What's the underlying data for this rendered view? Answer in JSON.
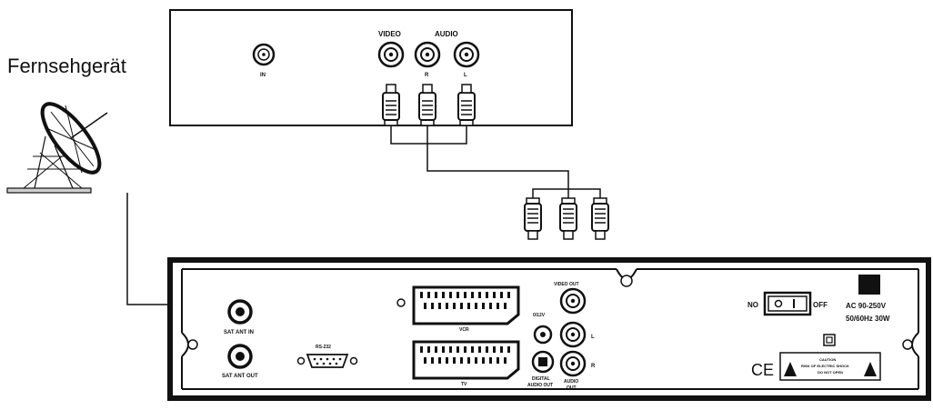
{
  "caption": "Fernsehgerät",
  "tv": {
    "in_label": "IN",
    "video_label": "VIDEO",
    "audio_label": "AUDIO",
    "r_label": "R",
    "l_label": "L"
  },
  "receiver": {
    "sat_ant_in": "SAT ANT IN",
    "sat_ant_out": "SAT ANT OUT",
    "rs232": "RS-232",
    "vcr": "VCR",
    "tv": "TV",
    "video_out": "VIDEO OUT",
    "v12": "0/12V",
    "r": "R",
    "l": "L",
    "digital_audio_out_1": "DIGITAL",
    "digital_audio_out_2": "AUDIO OUT",
    "audio_out_1": "AUDIO",
    "audio_out_2": "OUT",
    "switch_no": "NO",
    "switch_off": "OFF",
    "power_1": "AC 90-250V",
    "power_2": "50/60Hz 30W",
    "ce_mark": "CE",
    "caution_1": "CAUTION",
    "caution_2": "RISK OF ELECTRIC SHOCK",
    "caution_3": "DO NOT OPEN"
  }
}
